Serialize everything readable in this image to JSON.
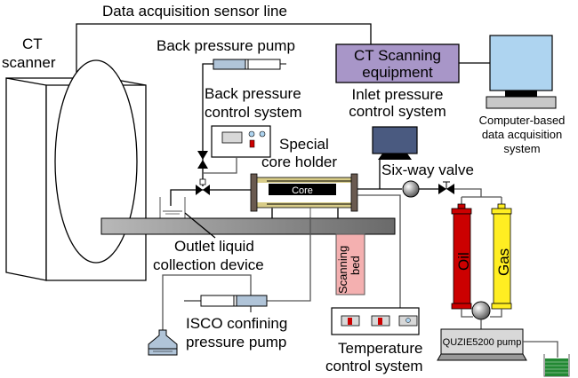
{
  "title": "CT core flooding experimental setup",
  "labels": {
    "data_line": "Data acquisition sensor line",
    "ct_scanner_1": "CT",
    "ct_scanner_2": "scanner",
    "back_pump": "Back pressure pump",
    "back_ctrl_1": "Back pressure",
    "back_ctrl_2": "control system",
    "ct_equip_1": "CT Scanning",
    "ct_equip_2": "equipment",
    "inlet_1": "Inlet pressure",
    "inlet_2": "control system",
    "computer_1": "Computer-based",
    "computer_2": "data acquisition",
    "computer_3": "system",
    "holder_1": "Special",
    "holder_2": "core holder",
    "core": "Core",
    "six_way": "Six-way valve",
    "outlet_1": "Outlet liquid",
    "outlet_2": "collection device",
    "scan_bed_1": "Scanning",
    "scan_bed_2": "bed",
    "oil": "Oil",
    "gas": "Gas",
    "isco_1": "ISCO confining",
    "isco_2": "pressure pump",
    "temp_1": "Temperature",
    "temp_2": "control system",
    "quzie": "QUZIE5200 pump"
  },
  "colors": {
    "ct_equipment": "#a896c8",
    "monitor_screen": "#aed4f0",
    "small_monitor": "#4a5a80",
    "oil": "#cc0000",
    "gas": "#ffee22",
    "scan_bed": "#f4b0b0",
    "pump_fill": "#b0c4d8",
    "liquid": "#228833",
    "holder": "#d8cc88",
    "flange": "#6a5a50"
  }
}
